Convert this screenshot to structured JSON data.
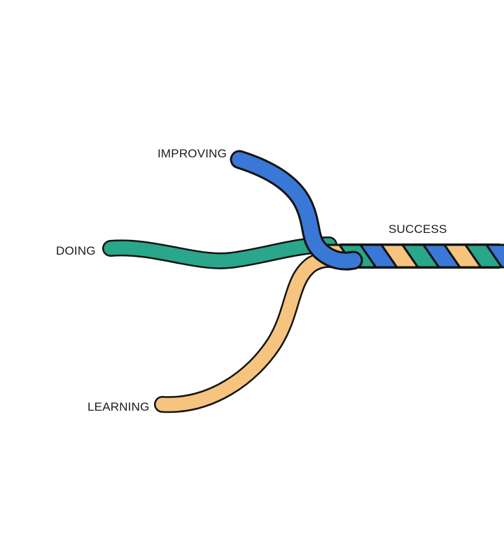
{
  "labels": {
    "improving": "IMPROVING",
    "doing": "DOING",
    "learning": "LEARNING",
    "success": "SUCCESS"
  },
  "strands": [
    {
      "name": "improving",
      "color": "#3a78d8"
    },
    {
      "name": "doing",
      "color": "#2aa68a"
    },
    {
      "name": "learning",
      "color": "#f6c47e"
    }
  ],
  "outline_color": "#141414",
  "background": "#ffffff"
}
